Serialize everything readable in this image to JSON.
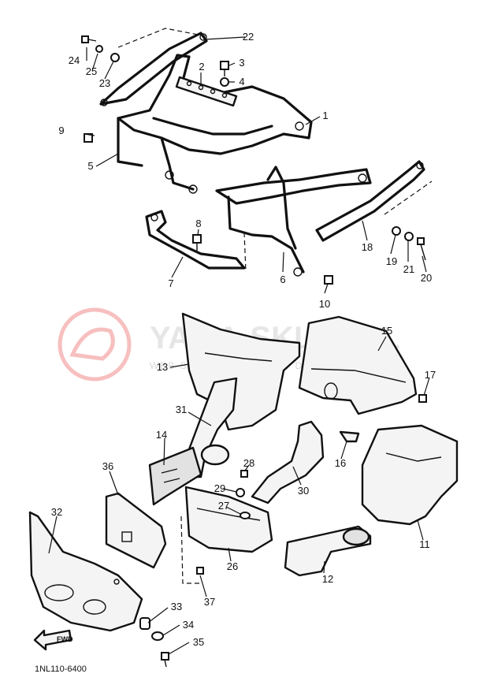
{
  "diagram_code": "1NL110-6400",
  "fwd_label": "FWD",
  "watermark": {
    "brand": "YAMA-SKLEP.PL",
    "tagline": "WEB SKLEP SCHOWEK / DEALER YAMAHA"
  },
  "callouts": [
    {
      "id": "1",
      "label": "1"
    },
    {
      "id": "2",
      "label": "2"
    },
    {
      "id": "3",
      "label": "3"
    },
    {
      "id": "4",
      "label": "4"
    },
    {
      "id": "5",
      "label": "5"
    },
    {
      "id": "6",
      "label": "6"
    },
    {
      "id": "7",
      "label": "7"
    },
    {
      "id": "8",
      "label": "8"
    },
    {
      "id": "9",
      "label": "9"
    },
    {
      "id": "10",
      "label": "10"
    },
    {
      "id": "11",
      "label": "11"
    },
    {
      "id": "12",
      "label": "12"
    },
    {
      "id": "13",
      "label": "13"
    },
    {
      "id": "14",
      "label": "14"
    },
    {
      "id": "15",
      "label": "15"
    },
    {
      "id": "16",
      "label": "16"
    },
    {
      "id": "17",
      "label": "17"
    },
    {
      "id": "18",
      "label": "18"
    },
    {
      "id": "19",
      "label": "19"
    },
    {
      "id": "20",
      "label": "20"
    },
    {
      "id": "21",
      "label": "21"
    },
    {
      "id": "22",
      "label": "22"
    },
    {
      "id": "23",
      "label": "23"
    },
    {
      "id": "24",
      "label": "24"
    },
    {
      "id": "25",
      "label": "25"
    },
    {
      "id": "26",
      "label": "26"
    },
    {
      "id": "27",
      "label": "27"
    },
    {
      "id": "28",
      "label": "28"
    },
    {
      "id": "29",
      "label": "29"
    },
    {
      "id": "30",
      "label": "30"
    },
    {
      "id": "31",
      "label": "31"
    },
    {
      "id": "32",
      "label": "32"
    },
    {
      "id": "33",
      "label": "33"
    },
    {
      "id": "34",
      "label": "34"
    },
    {
      "id": "35",
      "label": "35"
    },
    {
      "id": "36",
      "label": "36"
    },
    {
      "id": "37",
      "label": "37"
    }
  ]
}
